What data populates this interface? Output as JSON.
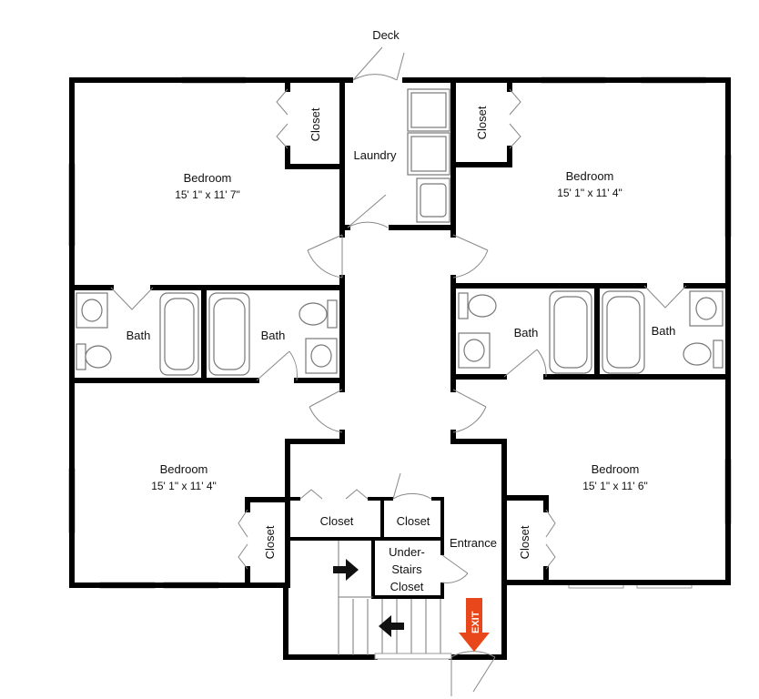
{
  "rooms": {
    "deck": "Deck",
    "bedroom_tl": {
      "name": "Bedroom",
      "dims": "15' 1\" x 11' 7\""
    },
    "bedroom_tr": {
      "name": "Bedroom",
      "dims": "15' 1\" x 11' 4\""
    },
    "bedroom_bl": {
      "name": "Bedroom",
      "dims": "15' 1\" x 11' 4\""
    },
    "bedroom_br": {
      "name": "Bedroom",
      "dims": "15' 1\" x 11' 6\""
    },
    "closet_tl": "Closet",
    "closet_tr": "Closet",
    "closet_bl": "Closet",
    "closet_br": "Closet",
    "closet_center_left": "Closet",
    "closet_center_right": "Closet",
    "laundry": "Laundry",
    "bath_1": "Bath",
    "bath_2": "Bath",
    "bath_3": "Bath",
    "bath_4": "Bath",
    "under_stairs": [
      "Under-",
      "Stairs",
      "Closet"
    ],
    "entrance": "Entrance",
    "exit_sign": "EXIT"
  },
  "colors": {
    "wall": "#000000",
    "exit_sign": "#e8471c"
  },
  "icons": {
    "stair_arrow_up": "arrow-right-icon",
    "stair_arrow_down": "arrow-left-icon",
    "exit": "exit-arrow-down-icon"
  }
}
